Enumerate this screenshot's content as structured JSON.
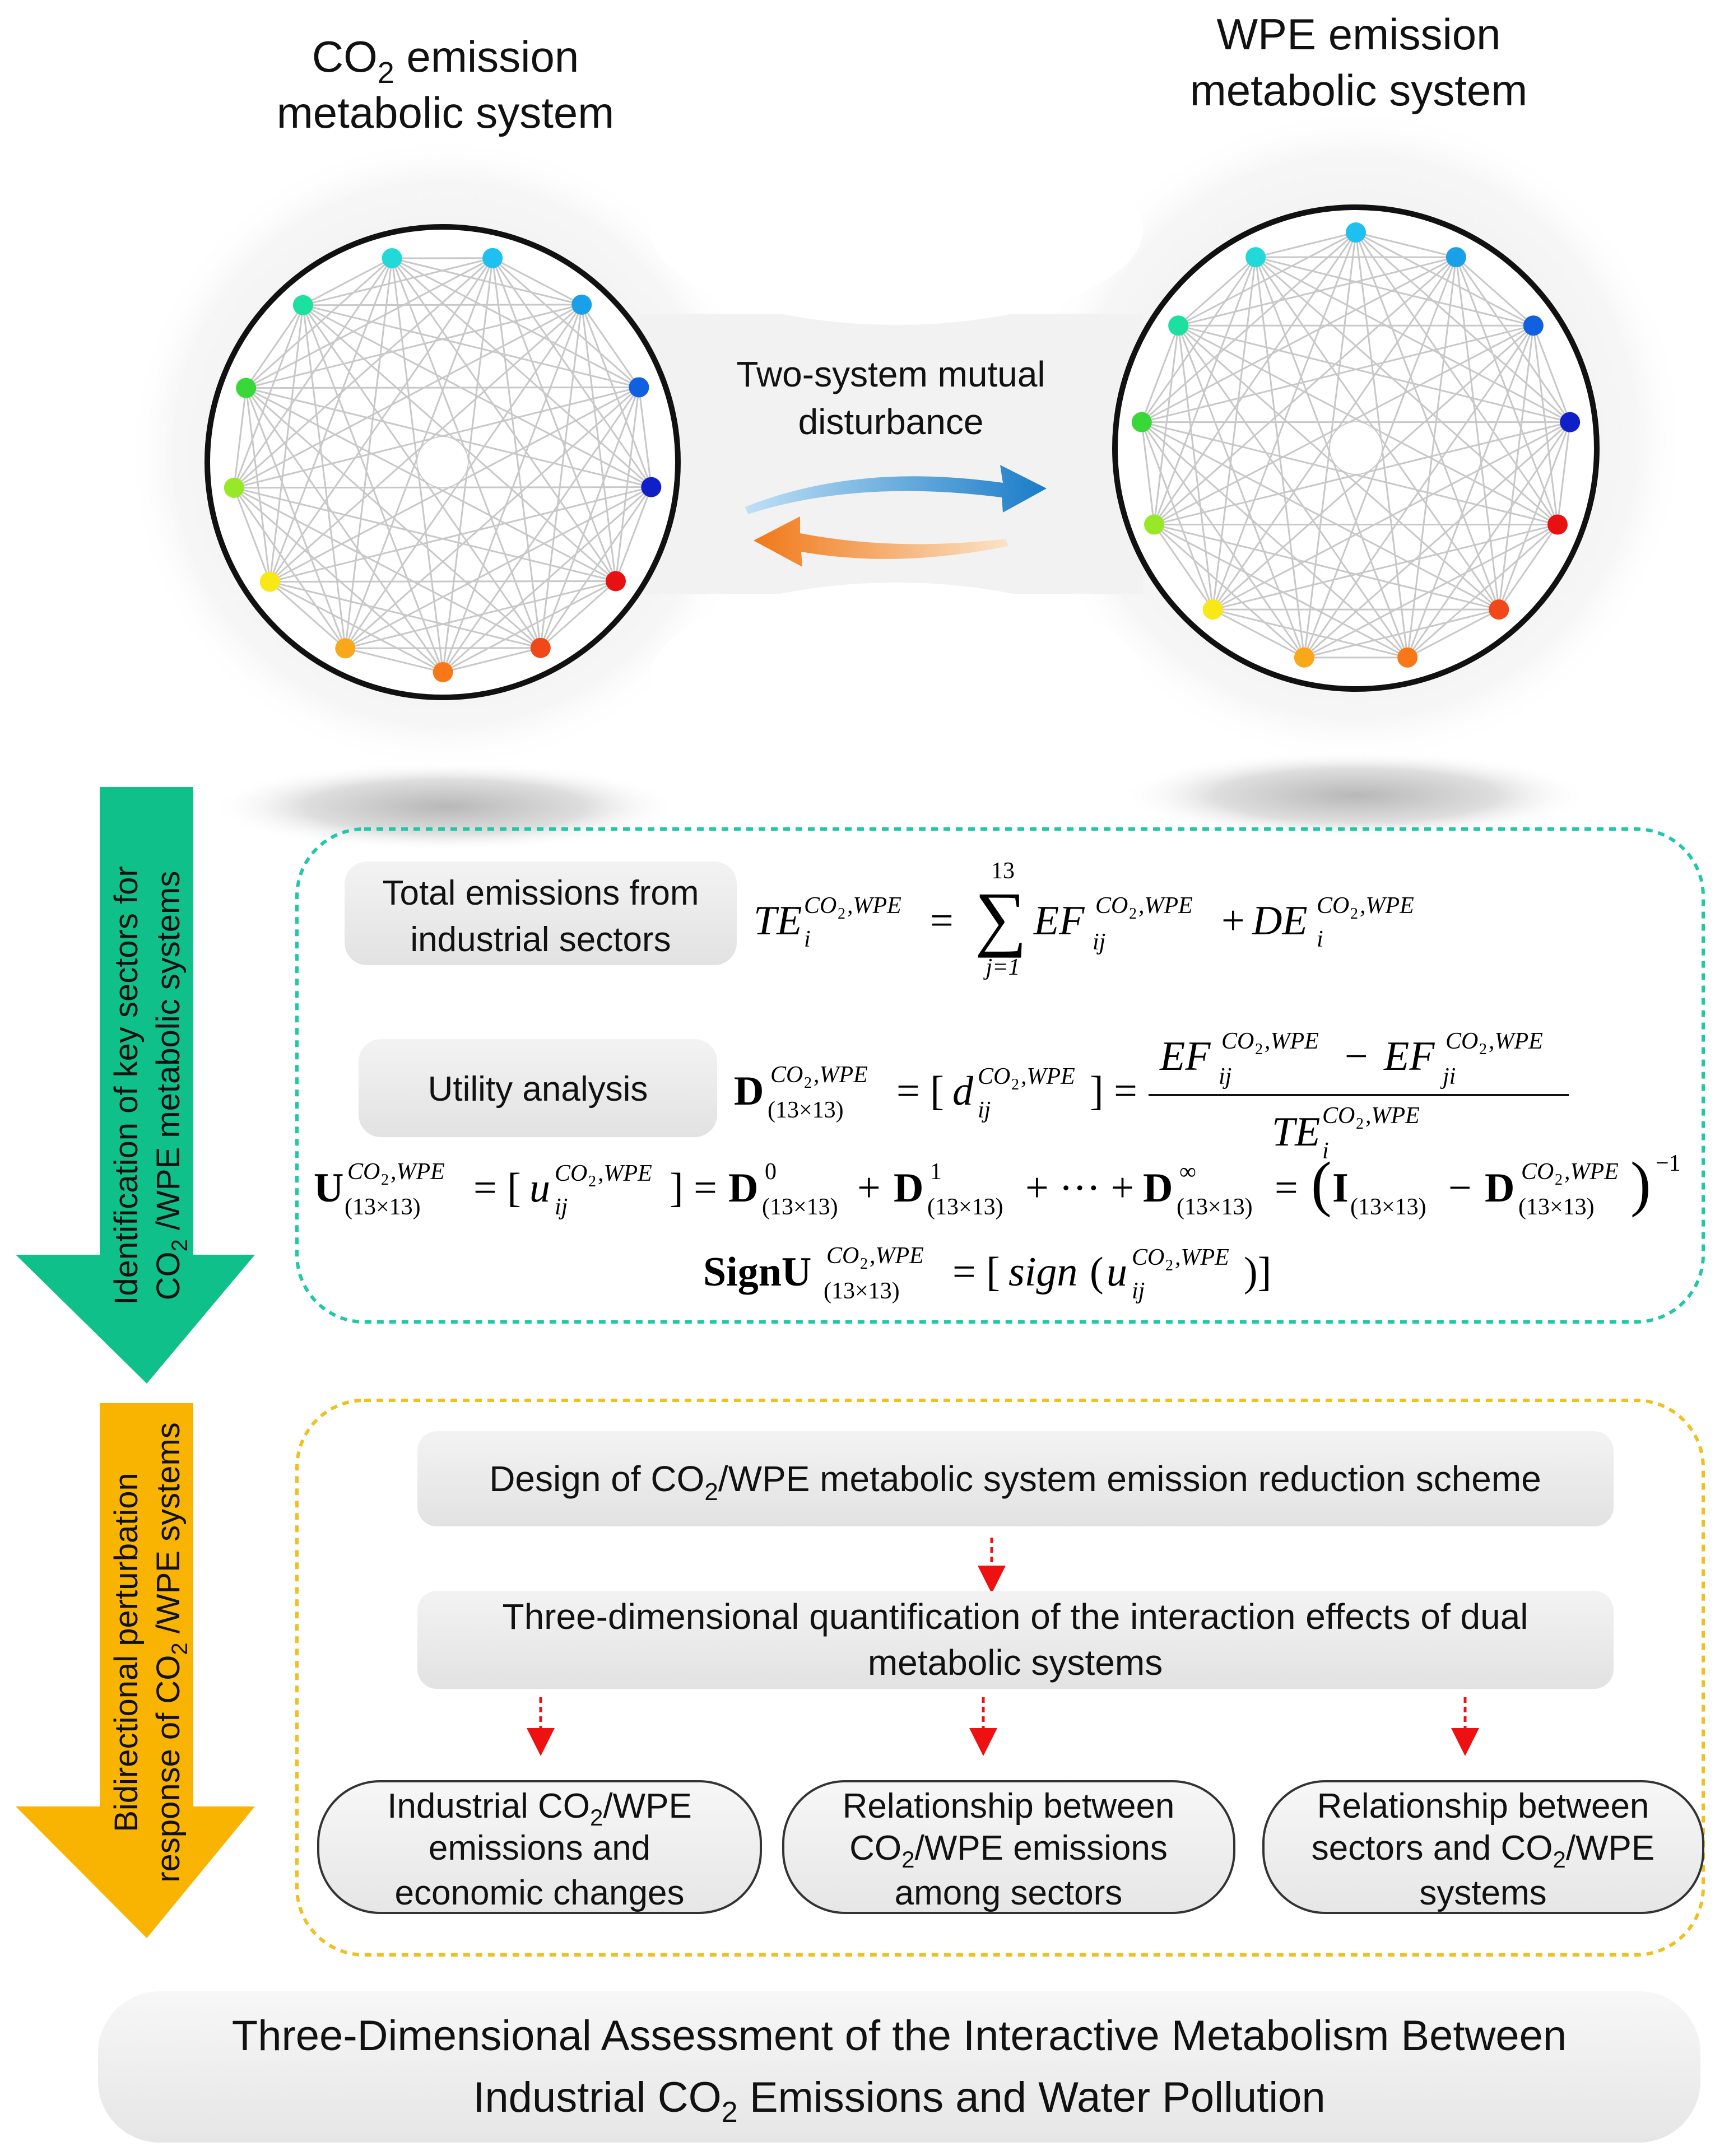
{
  "top": {
    "left_title": [
      "CO",
      "2",
      " emission",
      "metabolic system"
    ],
    "right_title": [
      "WPE emission",
      "metabolic system"
    ],
    "mutual_label": [
      "Two-system mutual",
      "disturbance"
    ],
    "node_count": 13,
    "node_colors": [
      "#1ec0f0",
      "#1aa0e8",
      "#1060e0",
      "#1020c8",
      "#e81010",
      "#f04818",
      "#f87818",
      "#f8a818",
      "#f8e818",
      "#98e828",
      "#38d838",
      "#1ce0a0",
      "#22d8d8"
    ],
    "arrow_colors": {
      "forward": "#1a7cc8",
      "backward": "#f07818"
    }
  },
  "stage1": {
    "side_label": [
      "Identification of key sectors for",
      "CO",
      "2",
      " /WPE metabolic systems"
    ],
    "side_color": "#10c08a",
    "border_color": "#1fc8a8",
    "box_total": [
      "Total emissions from",
      "industrial sectors"
    ],
    "box_utility": "Utility analysis",
    "eq_sum_upper": "13",
    "eq_sum_lower": "j=1"
  },
  "stage2": {
    "side_label": [
      "Bidirectional perturbation",
      "response of CO",
      "2",
      " /WPE systems"
    ],
    "side_color": "#f8b400",
    "border_color": "#f0c020",
    "design_box": [
      "Design of CO",
      "2",
      "/WPE metabolic system emission reduction scheme"
    ],
    "quant_box": [
      "Three-dimensional quantification of the interaction effects of dual",
      "metabolic systems"
    ],
    "results": [
      [
        "Industrial CO",
        "2",
        "/WPE",
        "emissions and",
        "economic changes"
      ],
      [
        "Relationship between",
        "CO",
        "2",
        "/WPE emissions",
        "among sectors"
      ],
      [
        "Relationship between",
        "sectors and CO",
        "2",
        "/WPE",
        "systems"
      ]
    ]
  },
  "bottom": {
    "line1": "Three-Dimensional Assessment of the Interactive Metabolism Between",
    "line2": [
      "Industrial CO",
      "2",
      " Emissions and Water Pollution"
    ]
  }
}
